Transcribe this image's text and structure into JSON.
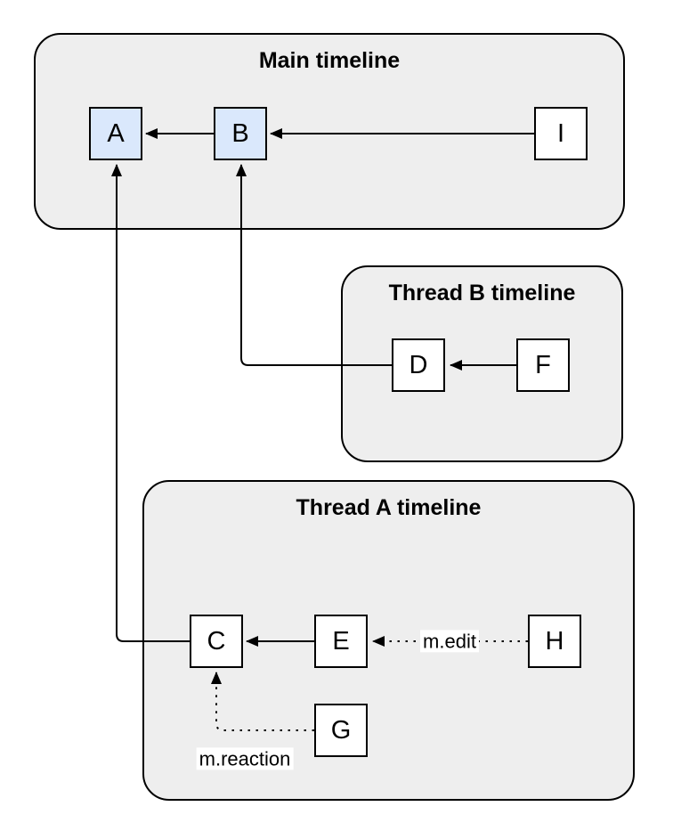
{
  "containers": {
    "main": {
      "title": "Main timeline"
    },
    "thread_b": {
      "title": "Thread B timeline"
    },
    "thread_a": {
      "title": "Thread A timeline"
    }
  },
  "nodes": {
    "a": {
      "label": "A",
      "variant": "highlight"
    },
    "b": {
      "label": "B",
      "variant": "highlight"
    },
    "i": {
      "label": "I",
      "variant": "plain"
    },
    "d": {
      "label": "D",
      "variant": "plain"
    },
    "f": {
      "label": "F",
      "variant": "plain"
    },
    "c": {
      "label": "C",
      "variant": "plain"
    },
    "e": {
      "label": "E",
      "variant": "plain"
    },
    "h": {
      "label": "H",
      "variant": "plain"
    },
    "g": {
      "label": "G",
      "variant": "plain"
    }
  },
  "edge_labels": {
    "edit": "m.edit",
    "reaction": "m.reaction"
  },
  "colors": {
    "container_fill": "#eeeeee",
    "container_stroke": "#000000",
    "node_highlight_fill": "#dae8fc",
    "node_plain_fill": "#ffffff",
    "node_stroke": "#000000",
    "edge_stroke": "#000000",
    "edge_label_background": "#ffffff"
  }
}
